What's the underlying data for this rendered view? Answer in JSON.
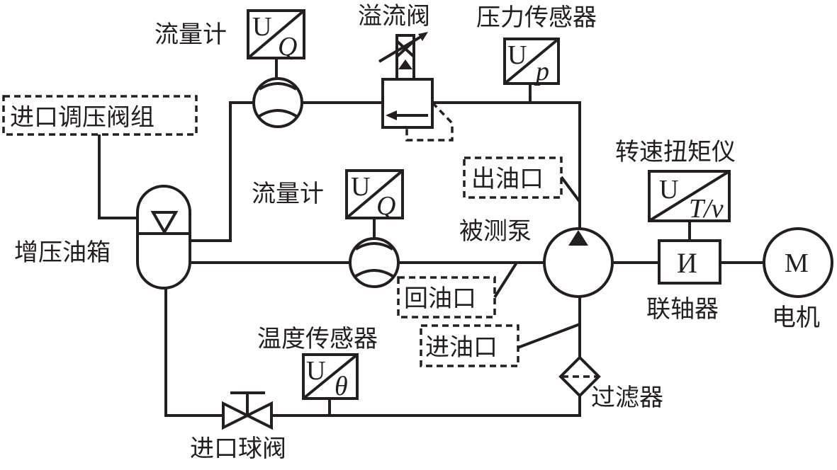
{
  "diagram": {
    "title": "液压泵测试系统原理图",
    "colors": {
      "line": "#231f20",
      "background": "#ffffff"
    },
    "labels": {
      "flowmeter_top": "流量计",
      "flowmeter_mid": "流量计",
      "relief_valve": "溢流阀",
      "pressure_sensor": "压力传感器",
      "inlet_pressure_valve_group": "进口调压阀组",
      "boost_tank": "增压油箱",
      "outlet_port": "出油口",
      "pump_under_test": "被测泵",
      "speed_torque_meter": "转速扭矩仪",
      "return_port": "回油口",
      "coupling": "联轴器",
      "motor": "电机",
      "inlet_port": "进油口",
      "temperature_sensor": "温度传感器",
      "filter": "过滤器",
      "inlet_ball_valve": "进口球阀"
    },
    "transducers": {
      "flow_top": {
        "in": "U",
        "out": "Q"
      },
      "flow_mid": {
        "in": "U",
        "out": "Q"
      },
      "pressure": {
        "in": "U",
        "out": "p"
      },
      "torque": {
        "in": "U",
        "out": "T/v"
      },
      "temperature": {
        "in": "U",
        "out": "θ"
      }
    },
    "coupling_symbol": "И",
    "motor_symbol": "M"
  }
}
